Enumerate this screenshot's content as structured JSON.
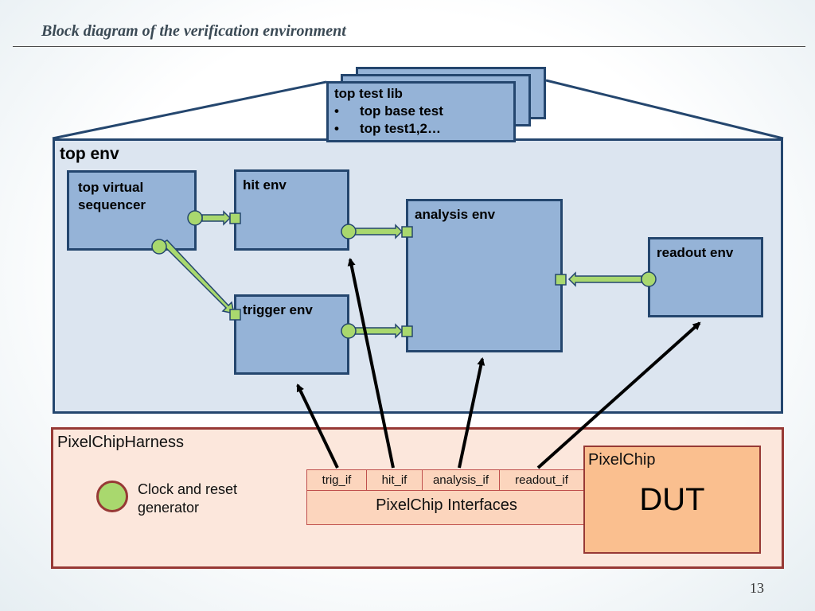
{
  "slide": {
    "title": "Block diagram of the verification environment",
    "page_number": "13"
  },
  "test_lib": {
    "title": "top test lib",
    "items": [
      "top base test",
      "top test1,2…"
    ],
    "bullet": "•"
  },
  "top_env": {
    "label": "top env",
    "blocks": {
      "virtual_sequencer": "top virtual\nsequencer",
      "hit_env": "hit env",
      "trigger_env": "trigger env",
      "analysis_env": "analysis env",
      "readout_env": "readout env"
    }
  },
  "harness": {
    "label": "PixelChipHarness",
    "clock_label": "Clock and reset\ngenerator",
    "interfaces": [
      "trig_if",
      "hit_if",
      "analysis_if",
      "readout_if"
    ],
    "interfaces_title": "PixelChip Interfaces"
  },
  "dut": {
    "label": "PixelChip",
    "text": "DUT"
  },
  "colors": {
    "env_fill": "#95b3d7",
    "env_border": "#24466e",
    "top_env_fill": "#dce5f0",
    "connector_green": "#a9d86e",
    "harness_fill": "#fce7dc",
    "harness_border": "#973935",
    "dut_fill": "#fabf8f"
  }
}
